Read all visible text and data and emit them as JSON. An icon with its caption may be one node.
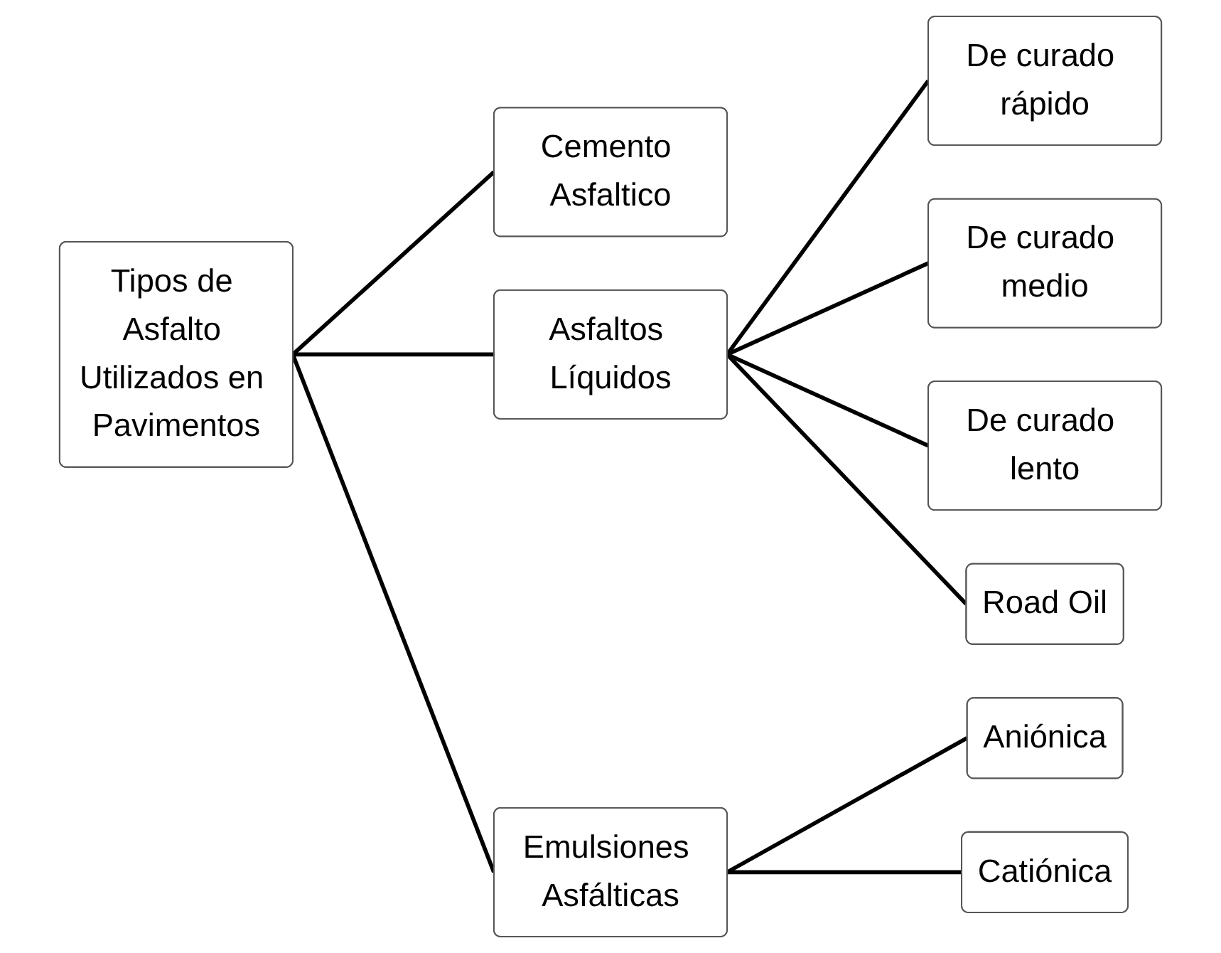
{
  "diagram": {
    "nodes": [
      {
        "text": [
          "Tipos de Asfalto Utilizados en Pavimentos"
        ]
      },
      {
        "text": [
          "Cemento Asfaltico"
        ]
      },
      {
        "text": [
          "Asfaltos Líquidos"
        ]
      },
      {
        "text": [
          "Emulsiones Asfálticas"
        ]
      },
      {
        "text": [
          "De curado rápido"
        ]
      },
      {
        "text": [
          "De curado medio"
        ]
      },
      {
        "text": [
          "De curado lento"
        ]
      },
      {
        "text": [
          "Road Oil"
        ]
      },
      {
        "text": [
          "Aniónica"
        ]
      },
      {
        "text": [
          "Catiónica"
        ]
      }
    ],
    "edges": [
      {
        "from": 0,
        "to": 1,
        "arrow": "none"
      },
      {
        "from": 0,
        "to": 2,
        "arrow": "none"
      },
      {
        "from": 0,
        "to": 3,
        "arrow": "none"
      },
      {
        "from": 2,
        "to": 4,
        "arrow": "none"
      },
      {
        "from": 2,
        "to": 5,
        "arrow": "none"
      },
      {
        "from": 2,
        "to": 6,
        "arrow": "none"
      },
      {
        "from": 2,
        "to": 7,
        "arrow": "none"
      },
      {
        "from": 3,
        "to": 8,
        "arrow": "none"
      },
      {
        "from": 3,
        "to": 9,
        "arrow": "none"
      }
    ]
  }
}
